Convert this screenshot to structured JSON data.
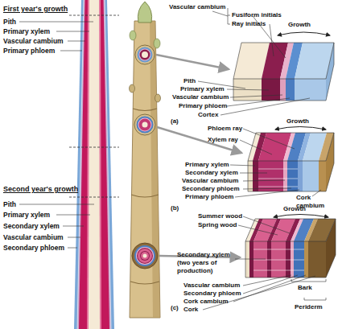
{
  "diagram": {
    "labels": [
      "First year's growth",
      "Pith",
      "Primary xylem",
      "Vascular cambium",
      "Primary phloem",
      "Second year's growth",
      "Pith",
      "Primary xylem",
      "Secondary xylem",
      "Vascular cambium",
      "Secondary phloem",
      "Vascular cambium",
      "Fusiform initials",
      "Ray initials",
      "Growth",
      "Pith",
      "Primary xylem",
      "Vascular cambium",
      "Primary phloem",
      "Cortex",
      "(a)",
      "Phloem ray",
      "Xylem ray",
      "Growth",
      "Primary xylem",
      "Secondary xylem",
      "Vascular cambium",
      "Secondary phloem",
      "Primary phloem",
      "Cork cambium",
      "(b)",
      "Summer wood",
      "Spring wood",
      "Growth",
      "Secondary xylem (two years of production)",
      "Vascular cambium",
      "Secondary phloem",
      "Cork cambium",
      "Cork",
      "Bark",
      "Periderm",
      "(c)"
    ]
  }
}
